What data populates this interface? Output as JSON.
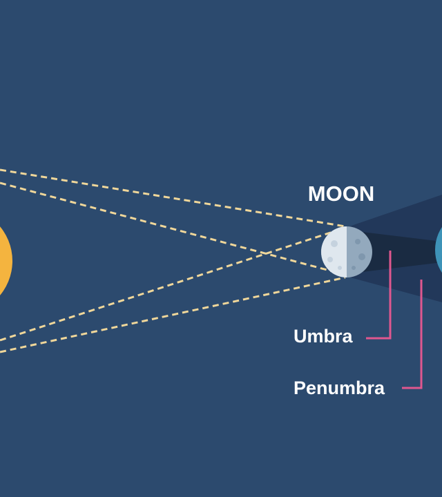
{
  "labels": {
    "moon": "MOON",
    "umbra": "Umbra",
    "penumbra": "Penumbra"
  },
  "colors": {
    "background": "#2c4a6e",
    "sun": "#f4b43f",
    "ray": "#f0d79a",
    "pointer": "#e0578f",
    "moon_light": "#dfe7ee",
    "moon_dark": "#93a9bd",
    "earth": "#3e93b8",
    "umbra": "#1a2b42",
    "penumbra": "#22385a"
  },
  "icons": {
    "sun": "sun-icon",
    "moon": "moon-icon",
    "earth": "earth-icon"
  }
}
